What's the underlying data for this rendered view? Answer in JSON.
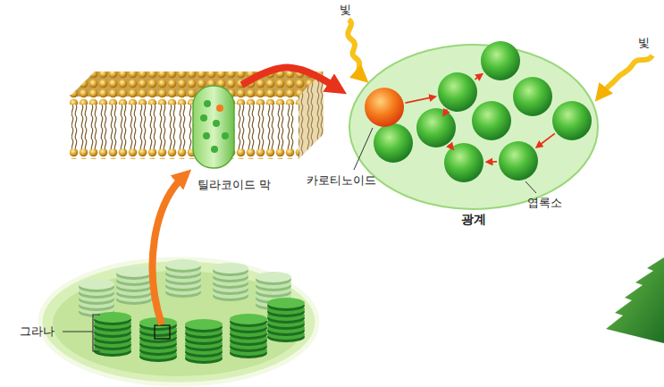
{
  "diagram": {
    "nodes": [
      {
        "text": [
          "틸라코이드 막"
        ]
      },
      {
        "text": [
          "광계"
        ]
      }
    ],
    "edges": [
      {
        "from": 0,
        "to": 1,
        "arrow": "to"
      }
    ],
    "labels": [
      "빛",
      "빛",
      "카로티노이드",
      "엽록소",
      "그라나"
    ]
  }
}
